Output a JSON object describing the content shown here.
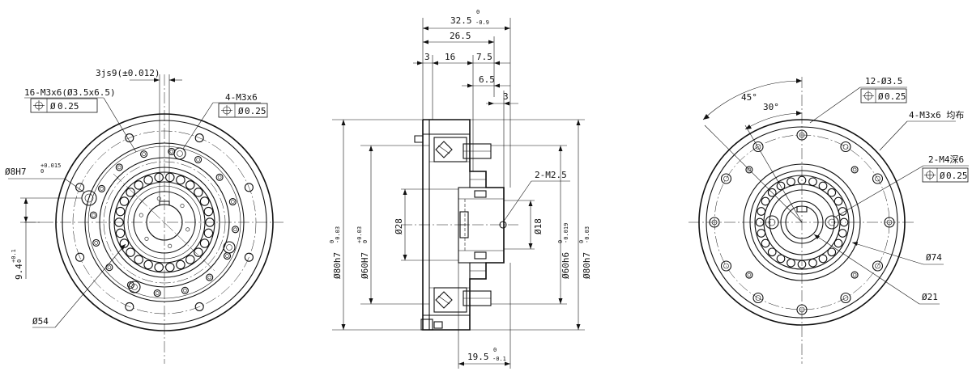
{
  "left_view": {
    "keyway_tol": "3js9(±0.012)",
    "holes_a": "16-M3x6(Ø3.5x6.5)",
    "holes_a_tol": "0.25",
    "holes_b": "4-M3x6",
    "holes_b_tol": "0.25",
    "pin_hole": "Ø8H7",
    "pin_hole_up": "+0.015",
    "pin_hole_low": "0",
    "offset": "9.4",
    "offset_up": "+0.1",
    "offset_low": "0",
    "bore": "Ø54"
  },
  "section_view": {
    "len_total": "32.5",
    "len_total_up": "0",
    "len_total_low": "-0.9",
    "len_26": "26.5",
    "len_3a": "3",
    "len_16": "16",
    "len_75": "7.5",
    "len_65": "6.5",
    "len_3b": "3",
    "tap_holes": "2-M2.5",
    "dia_80a": "Ø80h7",
    "dia_80a_up": "0",
    "dia_80a_low": "-0.03",
    "dia_60": "Ø60H7",
    "dia_60_up": "+0.03",
    "dia_60_low": "0",
    "dia_28": "Ø28",
    "dia_18": "Ø18",
    "dia_60h6": "Ø60h6",
    "dia_60h6_up": "0",
    "dia_60h6_low": "-0.019",
    "dia_80b": "Ø80h7",
    "dia_80b_up": "0",
    "dia_80b_low": "-0.03",
    "len_195": "19.5",
    "len_195_up": "0",
    "len_195_low": "-0.1"
  },
  "right_view": {
    "angle_45": "45°",
    "angle_30": "30°",
    "holes_c": "12-Ø3.5",
    "holes_c_tol": "0.25",
    "holes_d": "4-M3x6 均布",
    "holes_e": "2-M4深6",
    "holes_e_tol": "0.25",
    "dia_74": "Ø74",
    "dia_21": "Ø21"
  }
}
